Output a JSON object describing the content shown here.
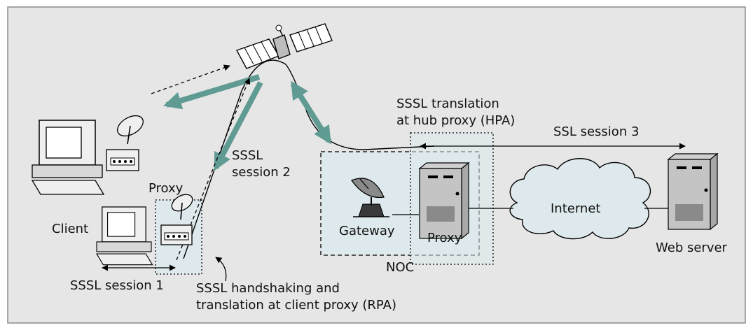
{
  "colors": {
    "panel_background": "#e6e6e6",
    "panel_border": "#8c8c8c",
    "teal_arrow": "#5f9b92",
    "cloud_fill": "#dde9ec",
    "box_fill": "#dde9ec",
    "equipment_light": "#efefef",
    "equipment_mid": "#bdbdbd",
    "equipment_dark": "#8a8a8a",
    "line": "#000000"
  },
  "labels": {
    "proxy_client": "Proxy",
    "client": "Client",
    "sssl_session_2_line1": "SSSL",
    "sssl_session_2_line2": "session 2",
    "sssl_session_1": "SSSL session 1",
    "rpa_line1": "SSSL handshaking and",
    "rpa_line2": "translation at client proxy (RPA)",
    "hpa_line1": "SSSL translation",
    "hpa_line2": "at hub proxy (HPA)",
    "ssl_session_3": "SSL session 3",
    "gateway": "Gateway",
    "proxy_hub": "Proxy",
    "noc": "NOC",
    "internet": "Internet",
    "web_server": "Web server"
  },
  "icons": [
    "satellite-icon",
    "desktop-computer-icon",
    "satellite-dish-icon",
    "modem-icon",
    "server-tower-icon",
    "gateway-antenna-icon",
    "cloud-icon"
  ]
}
